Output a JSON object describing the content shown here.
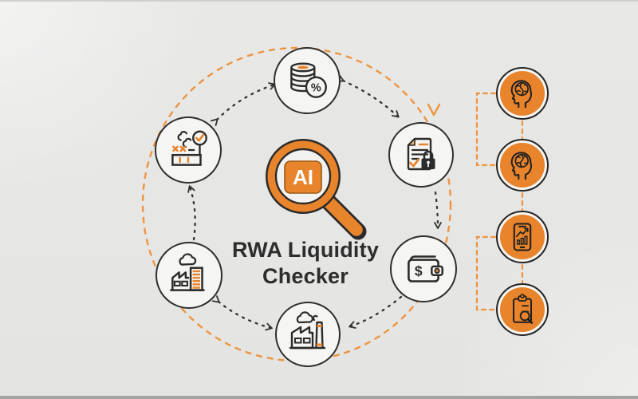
{
  "diagram": {
    "kind": "circular-process-diagram",
    "center": {
      "ai_label": "AI",
      "title_line1": "RWA Liquidity",
      "title_line2": "Checker",
      "icon": "ai-magnifier-icon"
    },
    "glyphs": {
      "percent": "%",
      "dollar": "$"
    },
    "colors": {
      "accent_orange": "#e8842c",
      "dash_orange": "#ee9440",
      "outline_dark": "#2e2e2e",
      "node_fill": "#f5f5f3",
      "background": "#e7e7e5",
      "title_text": "#2d2d2d"
    },
    "ring_nodes": [
      {
        "position": "top",
        "icon": "coin-stack-percent-icon"
      },
      {
        "position": "top-right",
        "icon": "secure-document-lock-icon"
      },
      {
        "position": "bottom-right",
        "icon": "wallet-dollar-icon"
      },
      {
        "position": "bottom",
        "icon": "factory-chimney-icon"
      },
      {
        "position": "bottom-left",
        "icon": "factory-building-icon"
      },
      {
        "position": "top-left",
        "icon": "factory-inspection-check-icon"
      }
    ],
    "ring_links": [
      {
        "from": "bottom-left",
        "to": "top-left",
        "style": "black-dashed-arrow"
      },
      {
        "from": "top-left",
        "to": "top",
        "style": "black-dashed-double-arrow"
      },
      {
        "from": "top",
        "to": "top-right",
        "style": "black-dashed-double-arrow"
      },
      {
        "from": "top-right",
        "to": "bottom-right",
        "style": "black-dashed-arrow"
      },
      {
        "from": "bottom-right",
        "to": "bottom",
        "style": "black-dashed-arrow"
      },
      {
        "from": "bottom",
        "to": "bottom-left",
        "style": "black-dashed-double-arrow"
      },
      {
        "loop": "outer-orange-dashed-circle-clockwise"
      }
    ],
    "side_nodes": [
      {
        "icon": "head-brain-icon"
      },
      {
        "icon": "head-brain-icon"
      },
      {
        "icon": "phone-analytics-icon"
      },
      {
        "icon": "clipboard-audit-magnifier-icon"
      }
    ],
    "side_links": "orange-dashed-brackets-and-vertical-connectors"
  }
}
